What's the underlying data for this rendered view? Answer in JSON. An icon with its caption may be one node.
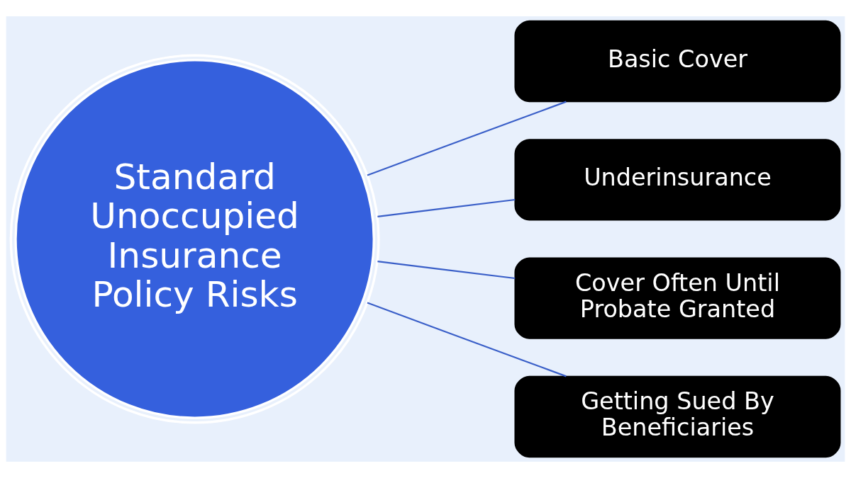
{
  "diagram": {
    "nodes": [
      {
        "text": [
          "Standard Unoccupied Insurance Policy Risks"
        ]
      },
      {
        "text": [
          "Basic Cover"
        ]
      },
      {
        "text": [
          "Underinsurance"
        ]
      },
      {
        "text": [
          "Cover Often Until Probate Granted"
        ]
      },
      {
        "text": [
          "Getting Sued By Beneficiaries"
        ]
      }
    ],
    "edges": [
      {
        "from": 0,
        "to": 1,
        "arrow": "none"
      },
      {
        "from": 0,
        "to": 2,
        "arrow": "none"
      },
      {
        "from": 0,
        "to": 3,
        "arrow": "none"
      },
      {
        "from": 0,
        "to": 4,
        "arrow": "none"
      }
    ]
  }
}
